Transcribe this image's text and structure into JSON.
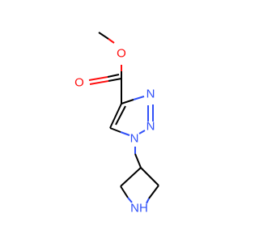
{
  "molecule": {
    "atoms": {
      "o_ether": "O",
      "o_carbonyl": "O",
      "n_triazole_3": "N",
      "n_triazole_2": "N",
      "n_triazole_1": "N",
      "nh_azetidine": "NH"
    }
  },
  "colors": {
    "oxygen": "#ff0d0d",
    "nitrogen": "#3050f8",
    "carbon_bond": "#000000",
    "background": "#ffffff"
  }
}
